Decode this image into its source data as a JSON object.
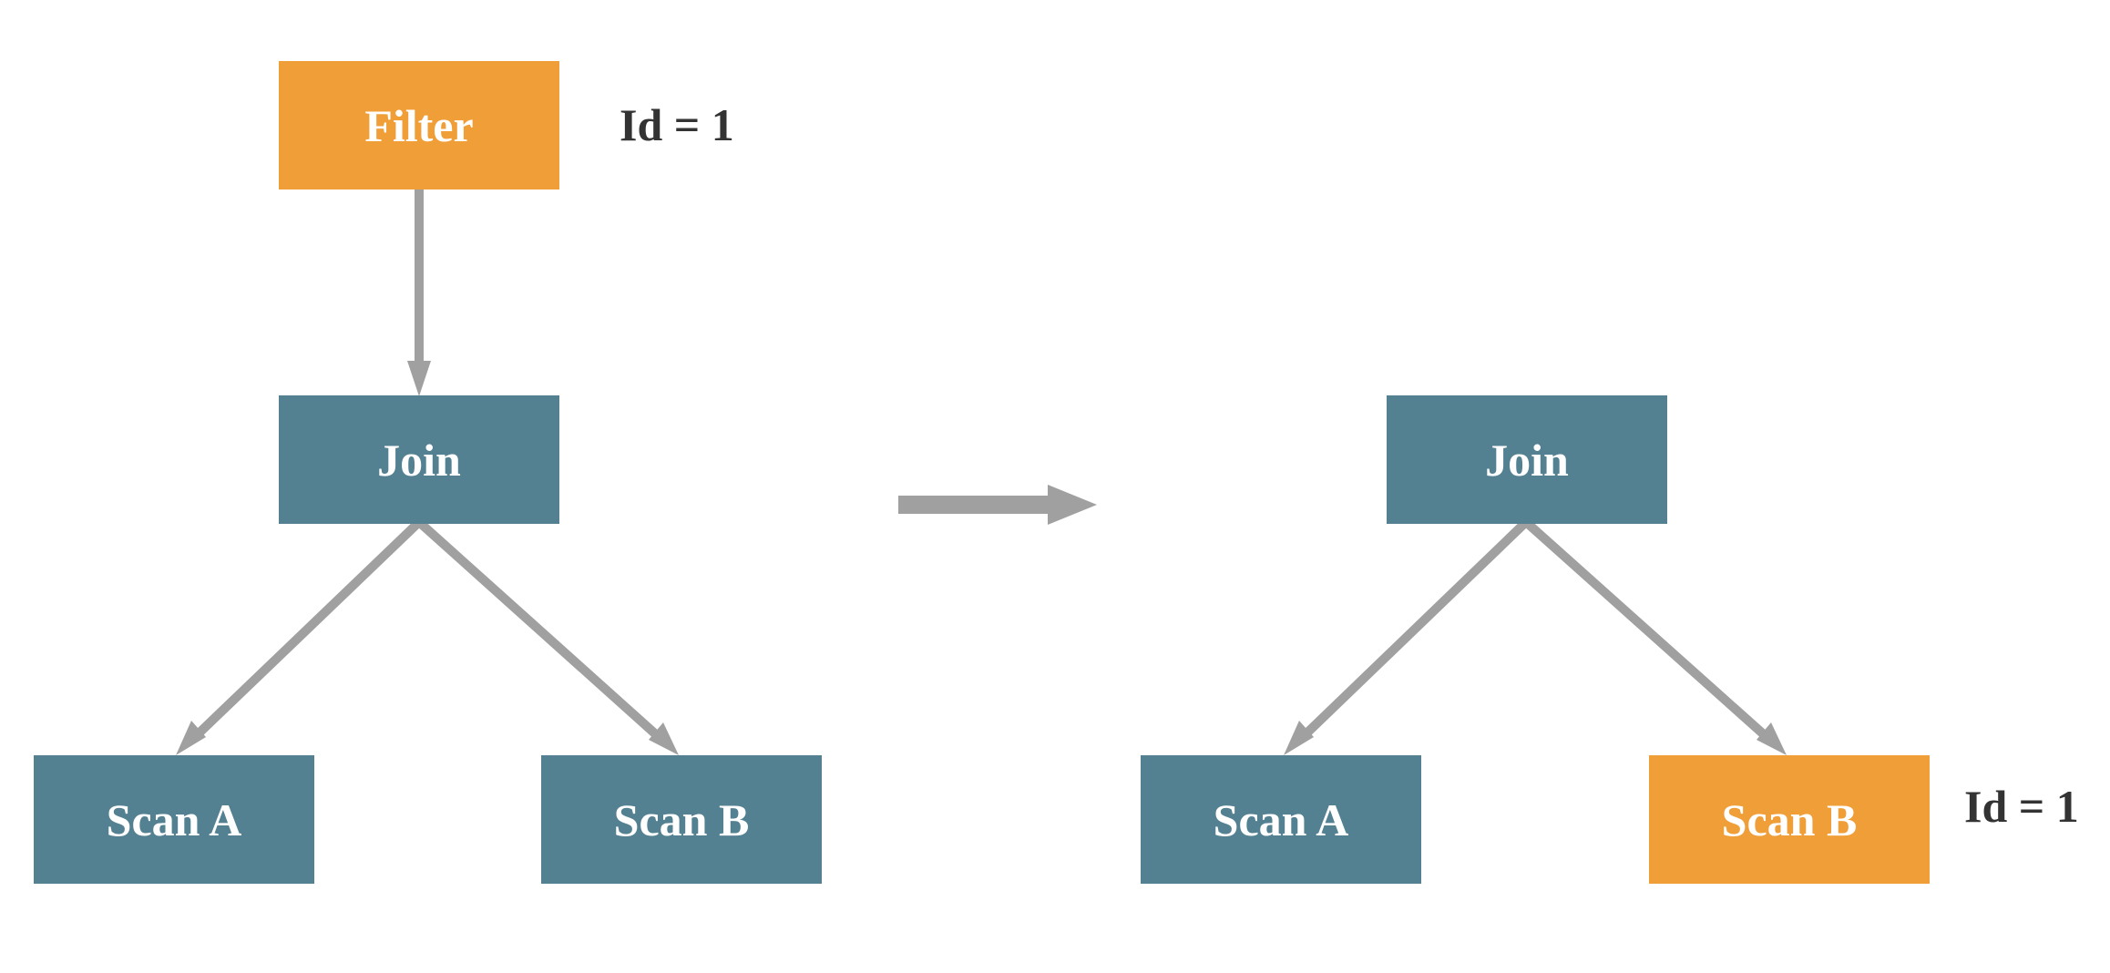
{
  "colors": {
    "highlight": "#F09E37",
    "normal": "#538192",
    "edge": "#A0A0A0",
    "node_text": "#FFFFFF",
    "annotation_text": "#333333"
  },
  "before": {
    "filter": {
      "label": "Filter",
      "highlighted": true
    },
    "join": {
      "label": "Join",
      "highlighted": false
    },
    "scan_a": {
      "label": "Scan A",
      "highlighted": false
    },
    "scan_b": {
      "label": "Scan B",
      "highlighted": false
    },
    "annotation": "Id = 1"
  },
  "after": {
    "join": {
      "label": "Join",
      "highlighted": false
    },
    "scan_a": {
      "label": "Scan A",
      "highlighted": false
    },
    "scan_b": {
      "label": "Scan B",
      "highlighted": true
    },
    "annotation": "Id = 1"
  }
}
